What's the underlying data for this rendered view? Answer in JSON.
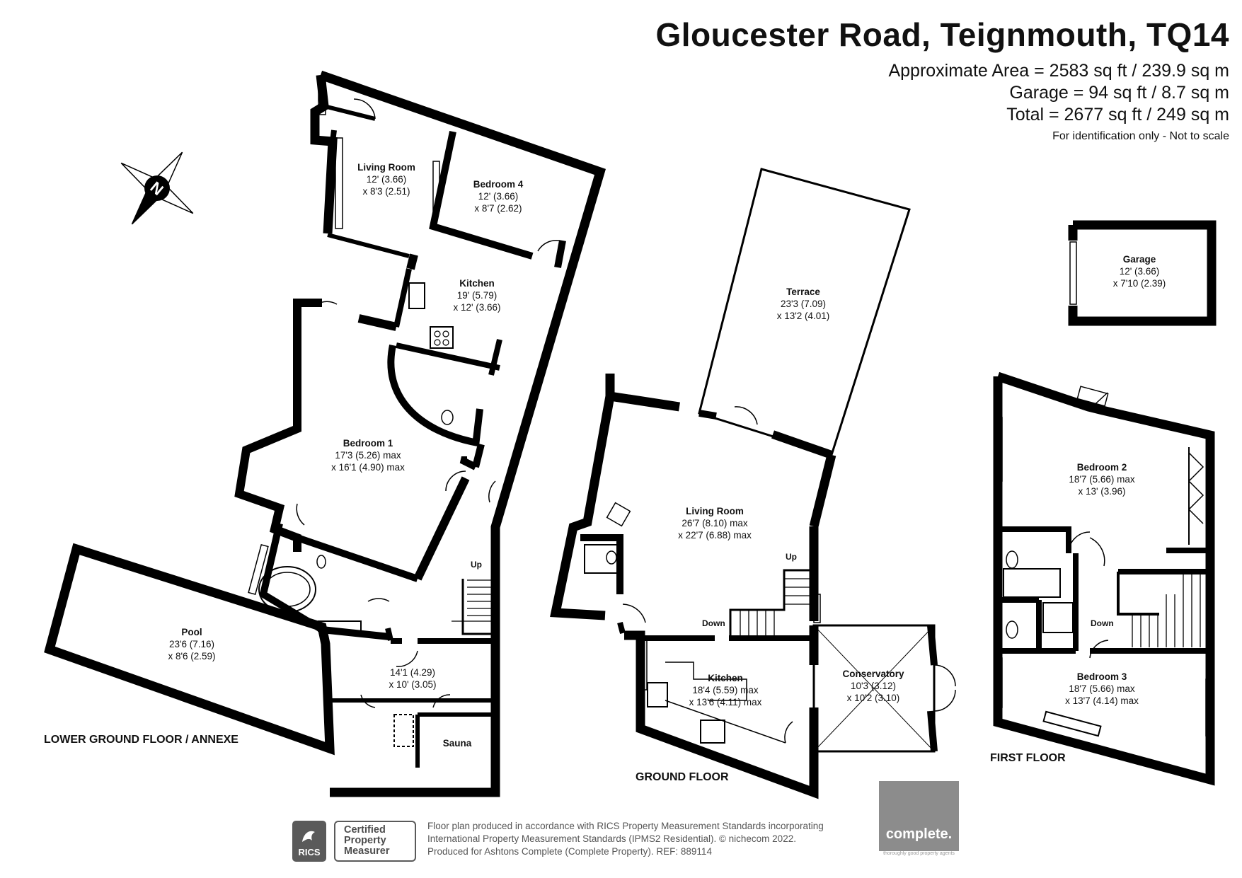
{
  "header": {
    "title": "Gloucester Road, Teignmouth, TQ14",
    "area_lines": [
      "Approximate Area = 2583 sq ft / 239.9 sq m",
      "Garage = 94 sq ft / 8.7 sq m",
      "Total = 2677 sq ft / 249 sq m"
    ],
    "note": "For identification only - Not to scale"
  },
  "compass": {
    "letter": "N",
    "icon": "compass-rose-icon"
  },
  "floors": {
    "lower": {
      "label": "LOWER GROUND FLOOR / ANNEXE",
      "rooms": {
        "living_room": {
          "name": "Living Room",
          "dim1": "12' (3.66)",
          "dim2": "x 8'3 (2.51)"
        },
        "bedroom4": {
          "name": "Bedroom 4",
          "dim1": "12' (3.66)",
          "dim2": "x 8'7 (2.62)"
        },
        "kitchen": {
          "name": "Kitchen",
          "dim1": "19' (5.79)",
          "dim2": "x 12' (3.66)"
        },
        "bedroom1": {
          "name": "Bedroom 1",
          "dim1": "17'3 (5.26) max",
          "dim2": "x 16'1 (4.90) max"
        },
        "pool": {
          "name": "Pool",
          "dim1": "23'6 (7.16)",
          "dim2": "x 8'6 (2.59)"
        },
        "hall": {
          "name": "",
          "dim1": "14'1 (4.29)",
          "dim2": "x 10' (3.05)"
        },
        "sauna": {
          "name": "Sauna"
        }
      },
      "stair": "Up"
    },
    "ground": {
      "label": "GROUND FLOOR",
      "rooms": {
        "terrace": {
          "name": "Terrace",
          "dim1": "23'3 (7.09)",
          "dim2": "x 13'2 (4.01)"
        },
        "living_room": {
          "name": "Living Room",
          "dim1": "26'7 (8.10) max",
          "dim2": "x 22'7 (6.88) max"
        },
        "kitchen": {
          "name": "Kitchen",
          "dim1": "18'4 (5.59) max",
          "dim2": "x 13'6 (4.11) max"
        },
        "conservatory": {
          "name": "Conservatory",
          "dim1": "10'3 (3.12)",
          "dim2": "x 10'2 (3.10)"
        }
      },
      "stair_up": "Up",
      "stair_down": "Down"
    },
    "garage": {
      "rooms": {
        "garage": {
          "name": "Garage",
          "dim1": "12' (3.66)",
          "dim2": "x 7'10 (2.39)"
        }
      }
    },
    "first": {
      "label": "FIRST FLOOR",
      "rooms": {
        "bedroom2": {
          "name": "Bedroom 2",
          "dim1": "18'7 (5.66) max",
          "dim2": "x 13' (3.96)"
        },
        "bedroom3": {
          "name": "Bedroom 3",
          "dim1": "18'7 (5.66) max",
          "dim2": "x 13'7 (4.14) max"
        }
      },
      "stair_down": "Down"
    }
  },
  "footer": {
    "rics": "RICS",
    "cert_lines": [
      "Certified",
      "Property",
      "Measurer"
    ],
    "text_lines": [
      "Floor plan produced in accordance with RICS Property Measurement Standards incorporating",
      "International Property Measurement Standards (IPMS2 Residential).  © nichecom 2022.",
      "Produced for Ashtons Complete (Complete Property).   REF: 889114"
    ],
    "logo": "complete.",
    "logo_tagline": "thoroughly good property agents"
  },
  "colors": {
    "wall": "#000000",
    "logo_bg": "#8c8c8c",
    "badge": "#5a5a5a",
    "footer_text": "#555555"
  }
}
